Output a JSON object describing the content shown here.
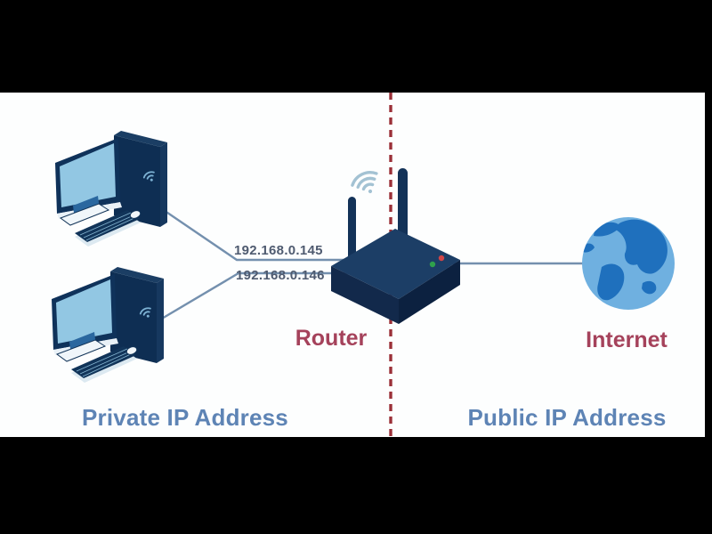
{
  "scene": {
    "letterbox_color": "#000000",
    "canvas_color": "#fdfefe",
    "divider_color": "#9b3038",
    "connection_line_color": "#7490ae",
    "zone_label_color": "#5e84b5",
    "node_label_color": "#a5425b",
    "ip_label_color": "#4f5b70"
  },
  "zones": {
    "private_label": "Private IP Address",
    "public_label": "Public IP Address"
  },
  "nodes": {
    "computer_1": {
      "type": "desktop-computer"
    },
    "computer_2": {
      "type": "desktop-computer"
    },
    "router": {
      "label": "Router",
      "led_colors": [
        "#2fa14c",
        "#d04548"
      ]
    },
    "internet": {
      "label": "Internet",
      "type": "globe"
    }
  },
  "connections": [
    {
      "from": "computer-1",
      "to": "router",
      "ip": "192.168.0.145"
    },
    {
      "from": "computer-2",
      "to": "router",
      "ip": "192.168.0.146"
    },
    {
      "from": "router",
      "to": "internet"
    }
  ]
}
